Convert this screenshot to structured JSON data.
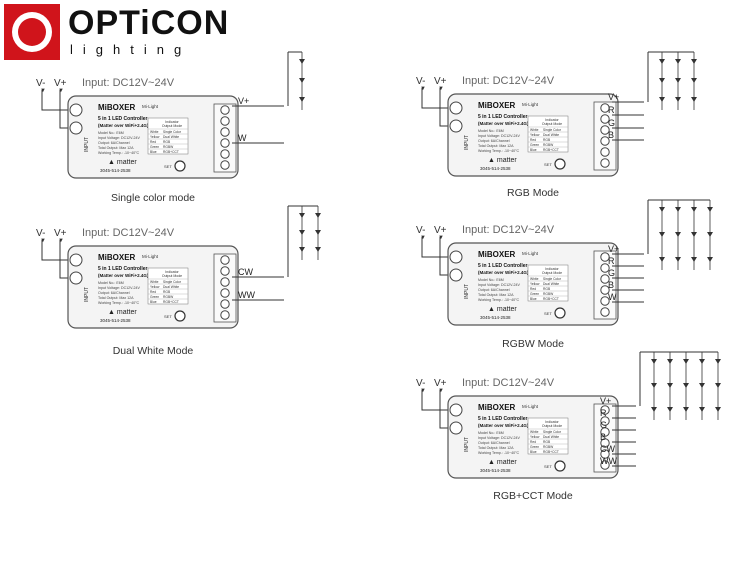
{
  "brand": {
    "name": "OPTiCON",
    "sub": "lighting",
    "color": "#d0141b"
  },
  "controller": {
    "brand": "MiBOXER",
    "badge": "Mi·Light",
    "title": "5 in 1 LED Controller",
    "subtitle": "(Matter over WiFi+2.4G)",
    "logo": "matter",
    "code": "3045-514-2538",
    "set": "SET",
    "input_label": "INPUT",
    "spec_lines": [
      "Model No.: E6M",
      "Input Voltage: DC12V-24V",
      "Output: 6A/Channel",
      "Total Output: Max 12A",
      "Working Temp.: -10~40°C"
    ],
    "table_header": [
      "Indicator",
      "Output Mode"
    ],
    "table_rows": [
      [
        "White",
        "Single Color"
      ],
      [
        "Yellow",
        "Dual White"
      ],
      [
        "Red",
        "RGB"
      ],
      [
        "Green",
        "RGBW"
      ],
      [
        "Blue",
        "RGB+CCT"
      ]
    ]
  },
  "common": {
    "v_minus": "V-",
    "v_plus": "V+",
    "input": "Input: DC12V~24V"
  },
  "modes": [
    {
      "id": "single",
      "caption": "Single color mode",
      "labels": [
        "V+",
        "W"
      ],
      "columns": 1
    },
    {
      "id": "dual",
      "caption": "Dual White Mode",
      "labels": [
        "CW",
        "WW"
      ],
      "columns": 2
    },
    {
      "id": "rgb",
      "caption": "RGB Mode",
      "labels": [
        "V+",
        "R",
        "G",
        "B"
      ],
      "columns": 3
    },
    {
      "id": "rgbw",
      "caption": "RGBW Mode",
      "labels": [
        "V+",
        "R",
        "G",
        "B",
        "W"
      ],
      "columns": 4
    },
    {
      "id": "rgbcct",
      "caption": "RGB+CCT Mode",
      "labels": [
        "V+",
        "R",
        "G",
        "B",
        "CW",
        "WW"
      ],
      "columns": 5
    }
  ]
}
